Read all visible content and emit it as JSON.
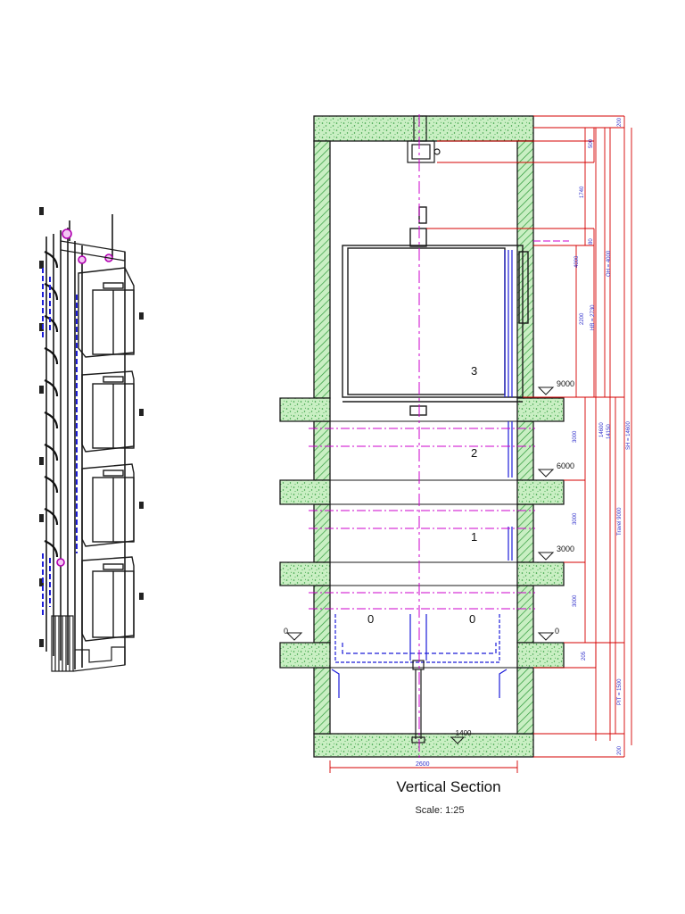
{
  "caption": {
    "title": "Vertical Section",
    "scale": "Scale: 1:25"
  },
  "floors": [
    {
      "label": "3",
      "level": "9000"
    },
    {
      "label": "2",
      "level": "6000"
    },
    {
      "label": "1",
      "level": "3000"
    },
    {
      "label": "0",
      "level": "0"
    }
  ],
  "pit_label": "-1400",
  "width_label": "2600",
  "dimensions": {
    "top_slab": "200",
    "machine": "500",
    "d1740": "1740",
    "d80": "80",
    "d4000": "4000",
    "d2200": "2200",
    "hb": "HB = 2730",
    "oh": "OH = 4000",
    "floor_3000_a": "3000",
    "floor_3000_b": "3000",
    "floor_3000_c": "3000",
    "d14600": "14600",
    "d14150": "14150",
    "sh": "SH = 14600",
    "travel": "Travel 9000",
    "d205": "205",
    "pit": "PIT = 1500",
    "bottom_slab": "200"
  },
  "colors": {
    "structure": "#1a1a1a",
    "hatch_fill": "#c9efc3",
    "hatch_border": "#2e9a3a",
    "dimension": "#d40000",
    "dimension_text": "#3333cc",
    "axis": "#cc00cc",
    "rail": "#1c1cd8"
  }
}
